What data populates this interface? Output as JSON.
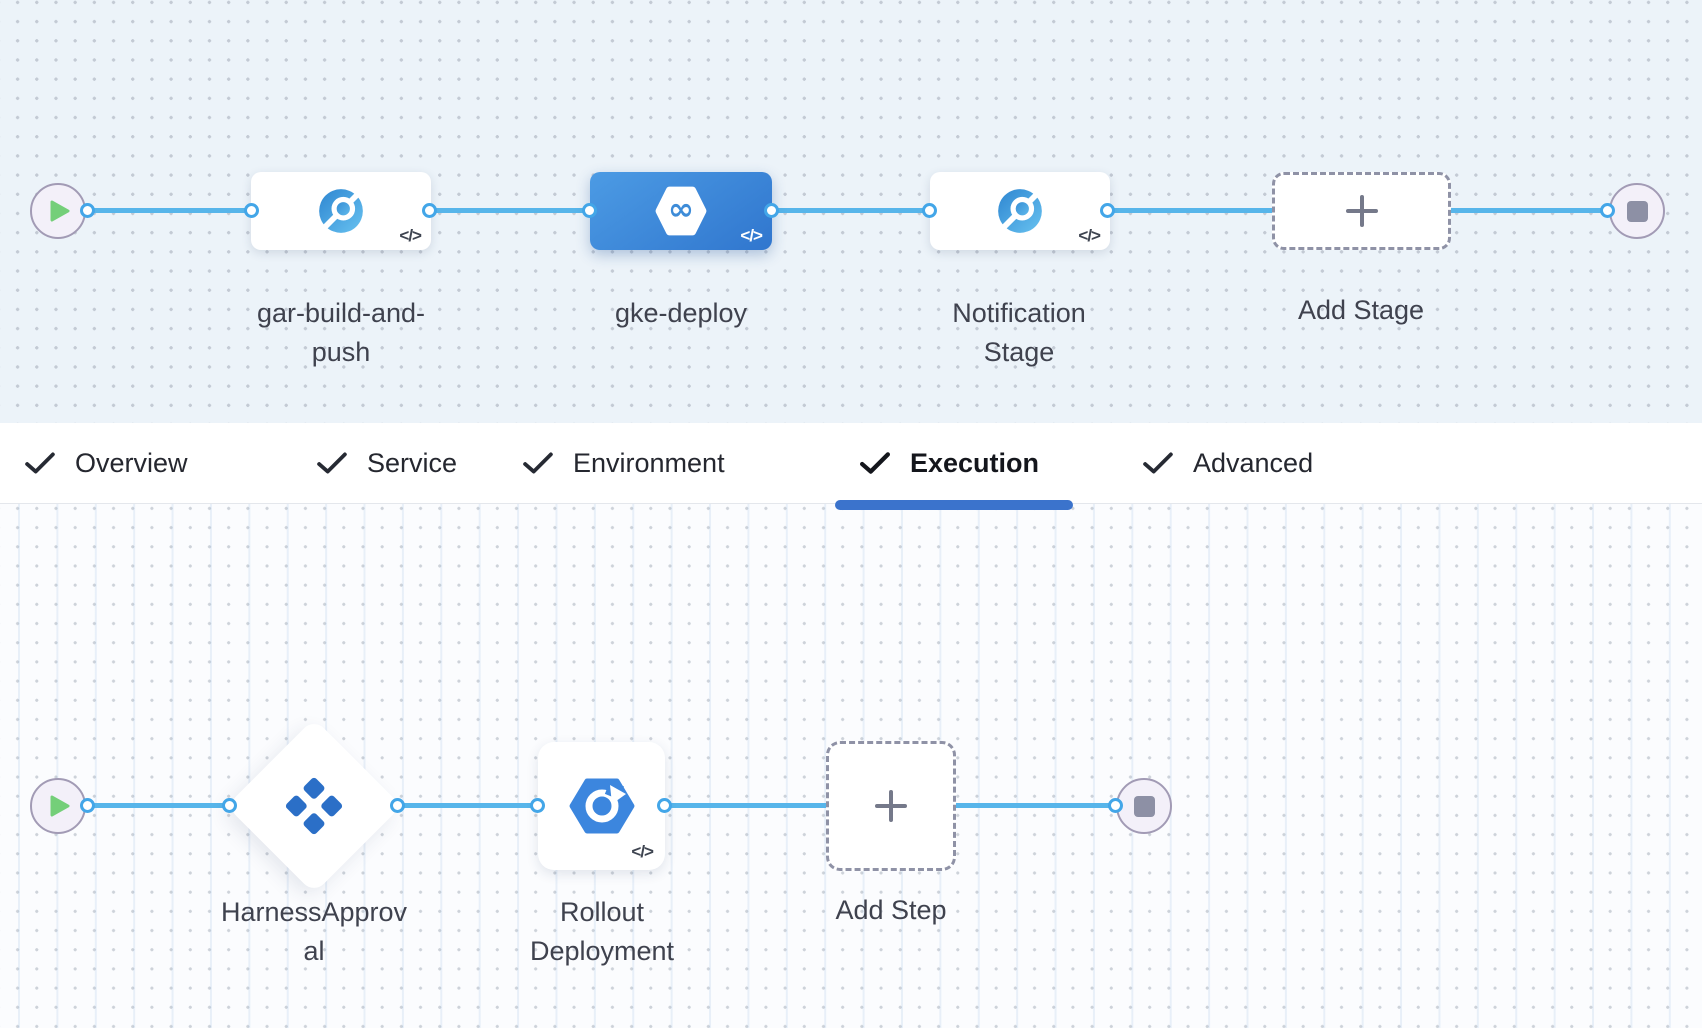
{
  "colors": {
    "accent_underline_blue": "#3B73CC",
    "connector_blue": "#57B5EA",
    "selected_stage_blue": "#3E8BDB",
    "canvas_top_bg": "#ECF3F9",
    "canvas_bottom_bg": "#FBFCFE",
    "approval_icon_blue": "#2B6FC7",
    "gke_icon_blue": "#3C86DE",
    "play_green": "#74CF79",
    "stop_gray": "#8D90A5"
  },
  "glyphs": {
    "code_badge": "</>",
    "infinity": "∞"
  },
  "stage_pipeline": {
    "start_icon": "play-icon",
    "end_icon": "stop-icon",
    "stages": [
      {
        "label": "gar-build-and-push",
        "icon": "ci-build-icon",
        "selected": false
      },
      {
        "label": "gke-deploy",
        "icon": "cd-hexagon-infinity-icon",
        "selected": true
      },
      {
        "label": "Notification Stage",
        "icon": "ci-build-icon",
        "selected": false
      }
    ],
    "add_stage": {
      "label": "Add Stage",
      "icon": "plus-icon"
    }
  },
  "tabs": {
    "items": [
      {
        "label": "Overview",
        "checked": true,
        "active": false
      },
      {
        "label": "Service",
        "checked": true,
        "active": false
      },
      {
        "label": "Environment",
        "checked": true,
        "active": false
      },
      {
        "label": "Execution",
        "checked": true,
        "active": true
      },
      {
        "label": "Advanced",
        "checked": true,
        "active": false
      }
    ]
  },
  "execution_flow": {
    "start_icon": "play-icon",
    "end_icon": "stop-icon",
    "steps": [
      {
        "label": "HarnessApproval",
        "icon": "approval-diamonds-icon",
        "shape": "diamond"
      },
      {
        "label": "Rollout Deployment",
        "icon": "gke-rollout-icon",
        "shape": "card"
      }
    ],
    "add_step": {
      "label": "Add Step",
      "icon": "plus-icon"
    }
  }
}
